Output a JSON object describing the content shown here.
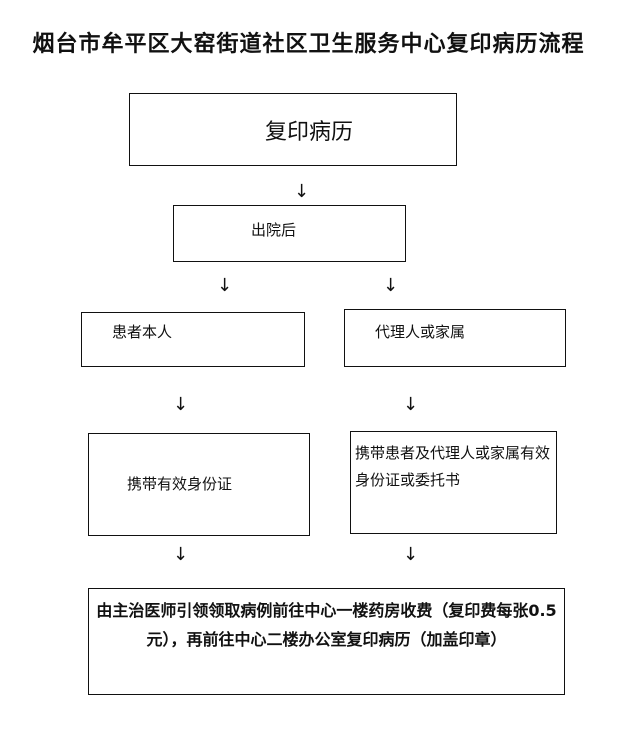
{
  "title": "烟台市牟平区大窑街道社区卫生服务中心复印病历流程",
  "nodes": {
    "start": "复印病历",
    "discharge": "出院后",
    "patient": "患者本人",
    "agent": "代理人或家属",
    "patient_id": "携带有效身份证",
    "agent_id": "携带患者及代理人或家属有效身份证或委托书",
    "final": "由主治医师引领领取病例前往中心一楼药房收费（复印费每张0.5元），再前往中心二楼办公室复印病历（加盖印章）"
  },
  "arrow_glyph": "↓",
  "colors": {
    "stroke": "#111111",
    "background": "#ffffff"
  }
}
